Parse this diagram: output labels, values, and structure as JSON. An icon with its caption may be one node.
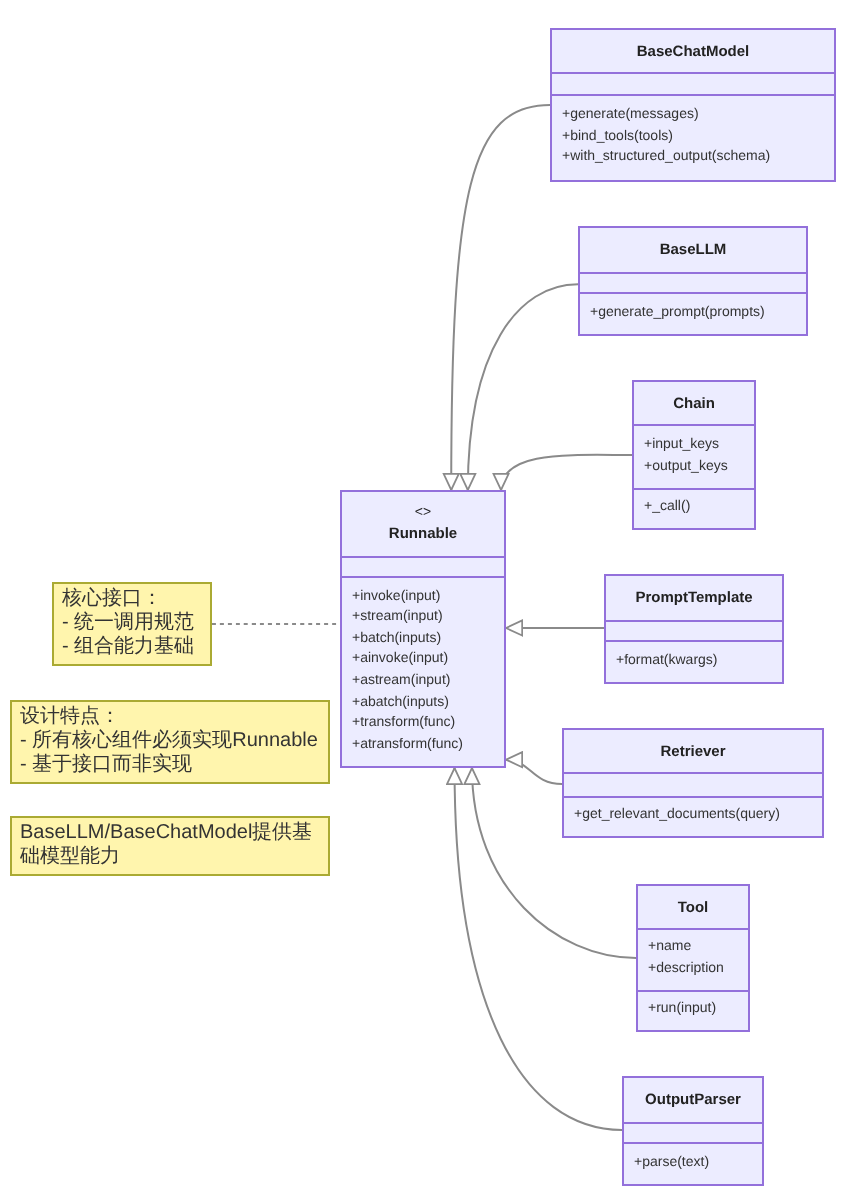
{
  "diagram": {
    "nodes": [
      {
        "text": [
          "BaseChatModel",
          "+generate(messages)",
          "+bind_tools(tools)",
          "+with_structured_output(schema)"
        ]
      },
      {
        "text": [
          "BaseLLM",
          "+generate_prompt(prompts)"
        ]
      },
      {
        "text": [
          "Chain",
          "+input_keys",
          "+output_keys",
          "+_call()"
        ]
      },
      {
        "text": [
          "<>",
          "Runnable",
          "+invoke(input)",
          "+stream(input)",
          "+batch(inputs)",
          "+ainvoke(input)",
          "+astream(input)",
          "+abatch(inputs)",
          "+transform(func)",
          "+atransform(func)"
        ]
      },
      {
        "text": [
          "PromptTemplate",
          "+format(kwargs)"
        ]
      },
      {
        "text": [
          "核心接口：",
          "- 统一调用规范",
          "- 组合能力基础"
        ]
      },
      {
        "text": [
          "设计特点：",
          "- 所有核心组件必须实现Runnable",
          "- 基于接口而非实现"
        ]
      },
      {
        "text": [
          "Retriever",
          "+get_relevant_documents(query)"
        ]
      },
      {
        "text": [
          "BaseLLM/BaseChatModel提供基础模型能力"
        ]
      },
      {
        "text": [
          "Tool",
          "+name",
          "+description",
          "+run(input)"
        ]
      },
      {
        "text": [
          "OutputParser",
          "+parse(text)"
        ]
      }
    ],
    "edges": [
      {
        "from": 0,
        "to": 3,
        "arrow": "to"
      },
      {
        "from": 1,
        "to": 3,
        "arrow": "to"
      },
      {
        "from": 2,
        "to": 3,
        "arrow": "to"
      },
      {
        "from": 4,
        "to": 3,
        "arrow": "to"
      },
      {
        "from": 7,
        "to": 3,
        "arrow": "to"
      },
      {
        "from": 9,
        "to": 3,
        "arrow": "to"
      },
      {
        "from": 10,
        "to": 3,
        "arrow": "to"
      },
      {
        "from": 5,
        "to": 3,
        "arrow": "none",
        "style": "dashed"
      }
    ]
  }
}
